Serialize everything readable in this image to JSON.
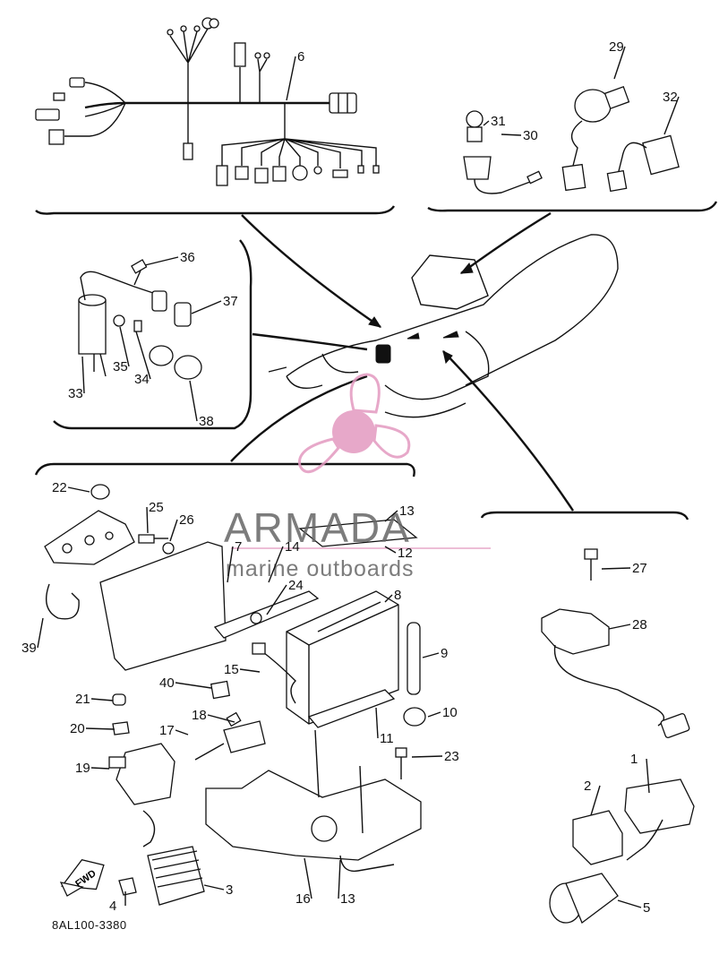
{
  "diagram": {
    "code": "8AL100-3380",
    "direction_label": "FWD",
    "callouts": [
      "1",
      "2",
      "3",
      "4",
      "5",
      "6",
      "8",
      "9",
      "10",
      "11",
      "12",
      "13",
      "13",
      "14",
      "15",
      "16",
      "17",
      "18",
      "19",
      "20",
      "21",
      "22",
      "23",
      "24",
      "25",
      "26",
      "27",
      "28",
      "29",
      "30",
      "31",
      "32",
      "33",
      "34",
      "35",
      "36",
      "37",
      "38",
      "39",
      "40",
      "7"
    ]
  },
  "watermark": {
    "brand": "ARMADA",
    "tagline": "marine outboards",
    "color": "#e39ac0",
    "text_color": "#666666"
  }
}
